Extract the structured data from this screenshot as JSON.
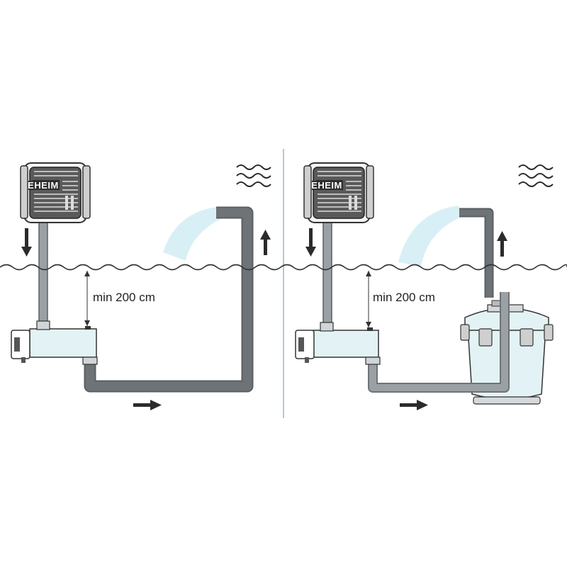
{
  "diagram": {
    "brand": "EHEIM",
    "left_panel": {
      "min_height_label": "min 200 cm"
    },
    "right_panel": {
      "min_height_label": "min 200 cm"
    },
    "colors": {
      "background": "#ffffff",
      "pipe_left": "#6e7377",
      "pipe_right": "#9aa0a4",
      "pipe_outline": "#5a5f63",
      "heater_fill": "#e3f3f5",
      "filter_fill": "#e3f3f5",
      "water_stream": "#d8f0f5",
      "arrow": "#2b2b2b",
      "divider": "#9ab6c8",
      "water_line": "#333333",
      "controller_body": "#4a4a4a"
    },
    "icons": {
      "flow_direction": "arrow-icon",
      "water_surface": "wave-icon",
      "controller": "controller-unit-icon",
      "filter": "canister-filter-icon",
      "heater": "inline-heater-icon"
    }
  }
}
